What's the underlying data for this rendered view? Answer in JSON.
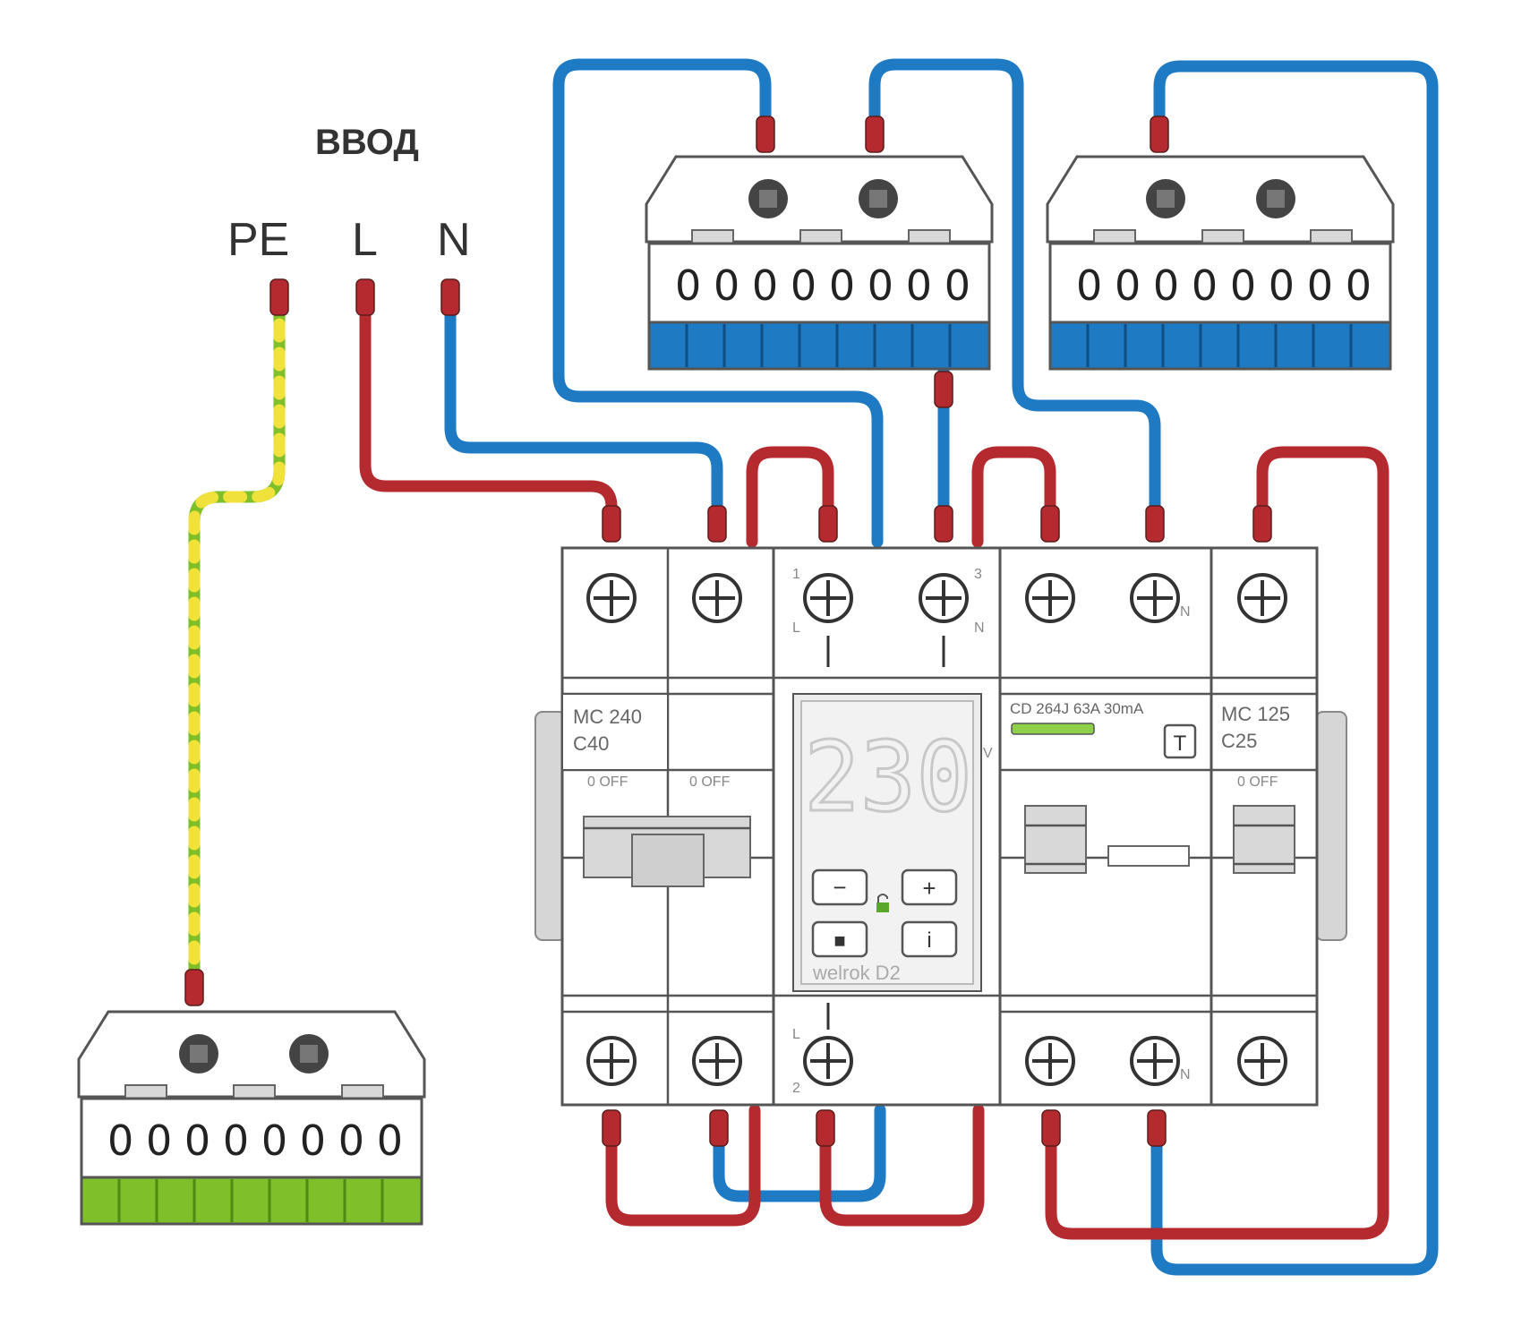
{
  "labels": {
    "input_title": "ВВОД",
    "pe": "PE",
    "l": "L",
    "n": "N"
  },
  "devices": {
    "breaker_2p": {
      "model": "MC 240",
      "rating": "C40",
      "off_left": "0 OFF",
      "off_right": "0 OFF"
    },
    "relay": {
      "display": "230",
      "unit": "V",
      "brand": "welrok D2",
      "terminal_top_left": "1",
      "terminal_top_left_name": "L",
      "terminal_top_right": "3",
      "terminal_top_right_name": "N",
      "terminal_bottom": "2",
      "terminal_bottom_name": "L",
      "btn_minus": "−",
      "btn_plus": "+",
      "btn_menu": "■",
      "btn_info": "i"
    },
    "rcbo": {
      "model": "CD 264J 63A 30mA",
      "test": "T",
      "n_top": "N",
      "n_bottom": "N"
    },
    "breaker_1p": {
      "model": "MC 125",
      "rating": "C25",
      "off": "0 OFF"
    }
  },
  "terminal_blocks": {
    "slot_text": "00000000"
  },
  "colors": {
    "phase_wire": "#b52a2e",
    "neutral_wire": "#1f7ac4",
    "pe_wire_base": "#7fbf2a",
    "pe_wire_stripe": "#f0e23a",
    "neutral_bus_base": "#1f7ac4",
    "pe_bus_base": "#7fbf2a"
  }
}
